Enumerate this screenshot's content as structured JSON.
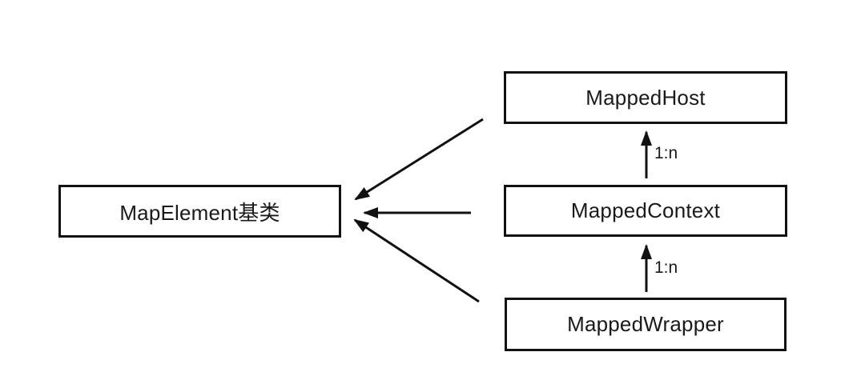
{
  "diagram": {
    "description": "Class relationship diagram: MappedHost, MappedContext and MappedWrapper all derive from / point to the MapElement base class; MappedContext relates to MappedHost 1:n and MappedWrapper relates to MappedContext 1:n.",
    "colors": {
      "background": "#ffffff",
      "box_fill": "#ffffff",
      "box_border": "#111111",
      "line": "#111111",
      "text": "#1a1a1a"
    },
    "nodes": [
      {
        "id": "base",
        "label": "MapElement基类"
      },
      {
        "id": "host",
        "label": "MappedHost"
      },
      {
        "id": "context",
        "label": "MappedContext"
      },
      {
        "id": "wrapper",
        "label": "MappedWrapper"
      }
    ],
    "edges": [
      {
        "from": "host",
        "to": "base",
        "label": ""
      },
      {
        "from": "context",
        "to": "base",
        "label": ""
      },
      {
        "from": "wrapper",
        "to": "base",
        "label": ""
      },
      {
        "from": "context",
        "to": "host",
        "label": "1:n"
      },
      {
        "from": "wrapper",
        "to": "context",
        "label": "1:n"
      }
    ]
  }
}
